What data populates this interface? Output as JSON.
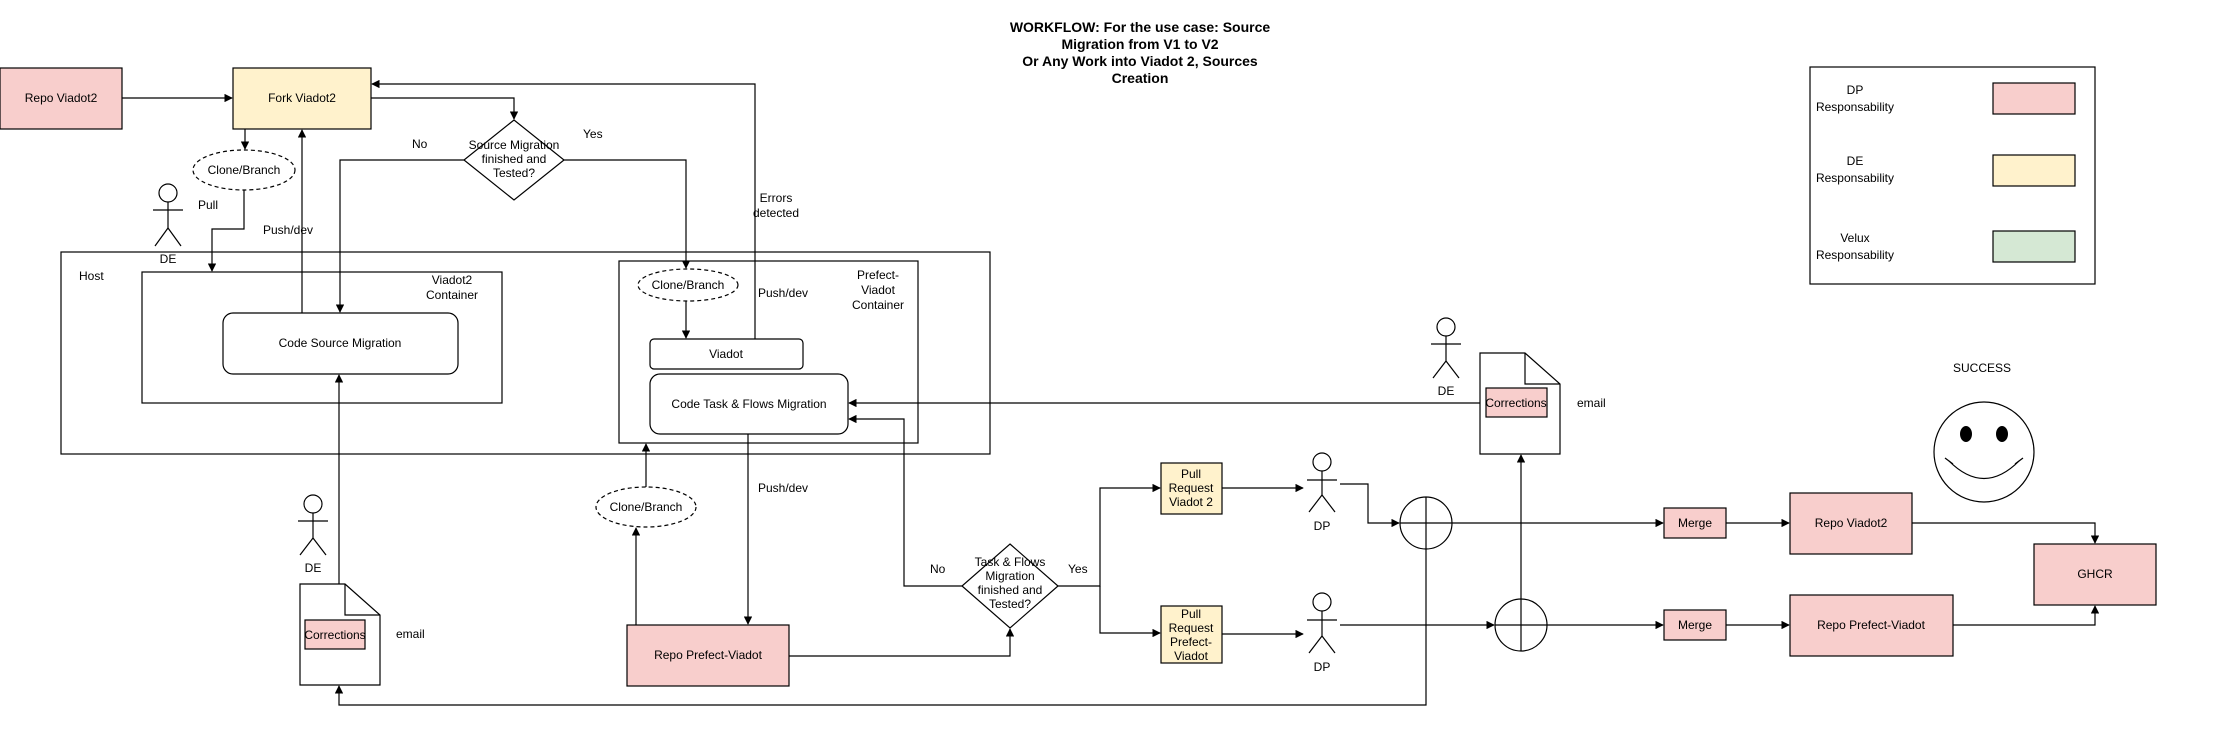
{
  "title": [
    "WORKFLOW: For the use case: Source",
    "Migration from V1 to V2",
    "Or Any Work into Viadot 2, Sources",
    "Creation"
  ],
  "colors": {
    "dp": "#f8cecc",
    "dp_border": "#b85450",
    "de": "#fff2cc",
    "de_border": "#d6b656",
    "velux": "#d5e8d4",
    "velux_border": "#82b366"
  },
  "nodes": {
    "repo_viadot2_top": "Repo Viadot2",
    "fork_viadot2": "Fork Viadot2",
    "clone_branch_1": "Clone/Branch",
    "decision_source": [
      "Source Migration",
      "finished and",
      "Tested?"
    ],
    "host": "Host",
    "viadot2_container": [
      "Viadot2",
      "Container"
    ],
    "code_source_migration": "Code Source Migration",
    "prefect_container": [
      "Prefect-",
      "Viadot",
      "Container"
    ],
    "clone_branch_2": "Clone/Branch",
    "viadot": "Viadot",
    "code_task_flows": "Code Task & Flows Migration",
    "clone_branch_3": "Clone/Branch",
    "repo_prefect_viadot_bottom": "Repo Prefect-Viadot",
    "decision_task": [
      "Task & Flows",
      "Migration",
      "finished and",
      "Tested?"
    ],
    "pr_viadot2": [
      "Pull",
      "Request",
      "Viadot 2"
    ],
    "pr_prefect": [
      "Pull",
      "Request",
      "Prefect-",
      "Viadot"
    ],
    "corrections_1": "Corrections",
    "corrections_2": "Corrections",
    "merge_1": "Merge",
    "merge_2": "Merge",
    "repo_viadot2_right": "Repo Viadot2",
    "repo_prefect_viadot_right": "Repo Prefect-Viadot",
    "ghcr": "GHCR",
    "success": "SUCCESS"
  },
  "actors": {
    "de_1": "DE",
    "de_2": "DE",
    "de_3": "DE",
    "dp_1": "DP",
    "dp_2": "DP"
  },
  "edge_labels": {
    "no_1": "No",
    "yes_1": "Yes",
    "pull": "Pull",
    "push_dev_1": "Push/dev",
    "errors_detected": [
      "Errors",
      "detected"
    ],
    "push_dev_2": "Push/dev",
    "push_dev_3": "Push/dev",
    "no_2": "No",
    "yes_2": "Yes",
    "email_1": "email",
    "email_2": "email"
  },
  "legend": {
    "dp": [
      "DP",
      "Responsability"
    ],
    "de": [
      "DE",
      "Responsability"
    ],
    "velux": [
      "Velux",
      "Responsability"
    ]
  }
}
